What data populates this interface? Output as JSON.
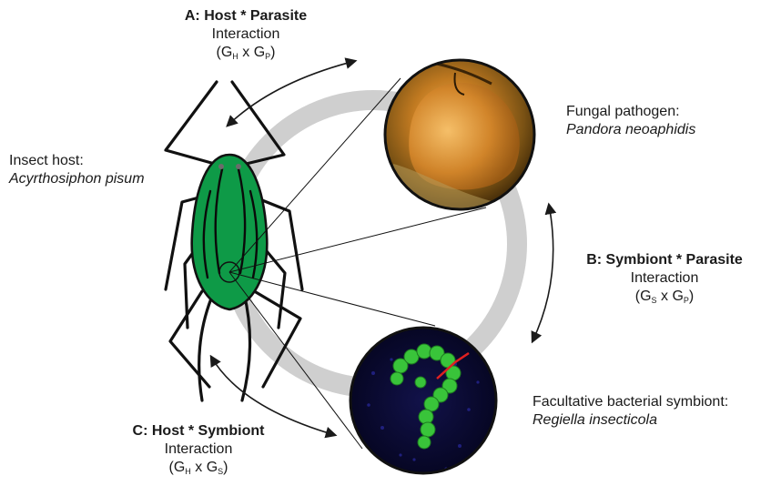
{
  "interactions": {
    "a": {
      "title": "A: Host * Parasite",
      "subtitle": "Interaction",
      "formula": {
        "open": "(G",
        "s1": "H",
        "mid": " x G",
        "s2": "P",
        "close": ")"
      }
    },
    "b": {
      "title": "B: Symbiont * Parasite",
      "subtitle": "Interaction",
      "formula": {
        "open": "(G",
        "s1": "S",
        "mid": " x G",
        "s2": "P",
        "close": ")"
      }
    },
    "c": {
      "title": "C: Host * Symbiont",
      "subtitle": "Interaction",
      "formula": {
        "open": "(G",
        "s1": "H",
        "mid": " x G",
        "s2": "S",
        "close": ")"
      }
    }
  },
  "organisms": {
    "host": {
      "label": "Insect host:",
      "species": "Acyrthosiphon pisum"
    },
    "pathogen": {
      "label": "Fungal pathogen:",
      "species": "Pandora neoaphidis"
    },
    "symbiont": {
      "label": "Facultative bacterial symbiont:",
      "species": "Regiella insecticola"
    }
  },
  "colors": {
    "ring": "#cfcfcf",
    "aphid_body": "#0e9a47",
    "fungus_bg": "#6b4a12",
    "fungus_body": "#d88a2a",
    "micro_bg": "#0a0a3a",
    "micro_cells": "#39c43a",
    "micro_red": "#e02020"
  }
}
